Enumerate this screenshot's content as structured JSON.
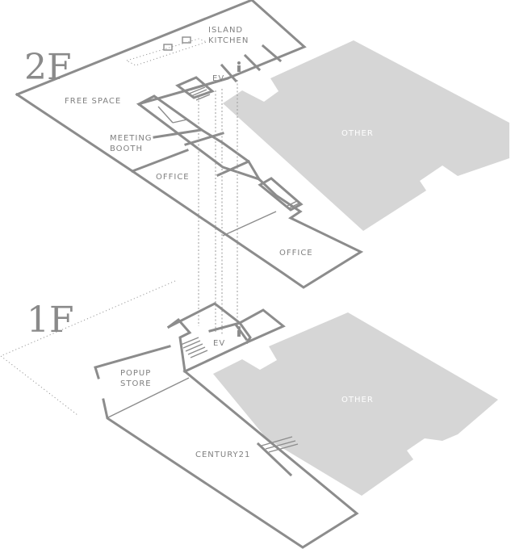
{
  "floors": {
    "upper": {
      "name": "2F",
      "rooms": {
        "island_kitchen_1": "ISLAND",
        "island_kitchen_2": "KITCHEN",
        "ev": "EV",
        "free_space": "FREE SPACE",
        "meeting_booth_1": "MEETING",
        "meeting_booth_2": "BOOTH",
        "office_left": "OFFICE",
        "office_right": "OFFICE",
        "other": "OTHER"
      }
    },
    "lower": {
      "name": "1F",
      "rooms": {
        "popup_1": "POPUP",
        "popup_2": "STORE",
        "ev": "EV",
        "century21": "CENTURY21",
        "other": "OTHER"
      }
    }
  },
  "colors": {
    "wall": "#8c8c8c",
    "other_fill": "#d6d6d6",
    "text": "#808080"
  },
  "icons": [
    "restroom-icon",
    "stairs-icon",
    "kitchen-counter-icon"
  ]
}
